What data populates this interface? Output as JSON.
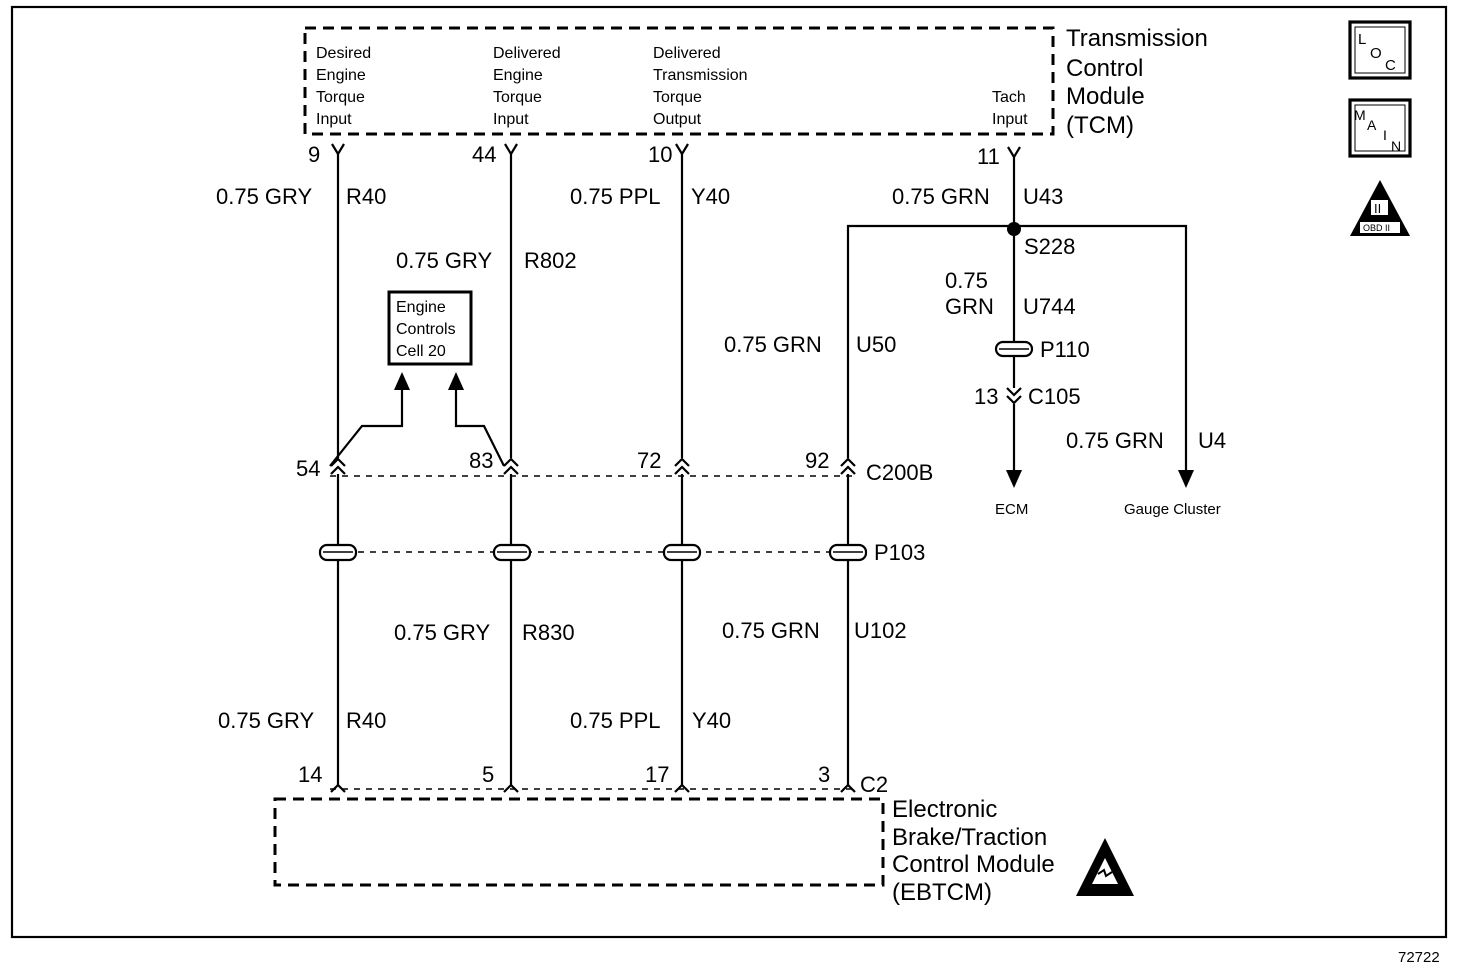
{
  "figure_number": "72722",
  "icons": {
    "loc": {
      "top": "L",
      "mid": "O",
      "bottom": "C"
    },
    "main": {
      "a": "M",
      "b": "A",
      "c": "I",
      "d": "N"
    },
    "obd": {
      "top": "II",
      "bottom": "OBD II"
    }
  },
  "tcm": {
    "title_lines": [
      "Transmission",
      "Control",
      "Module",
      "(TCM)"
    ],
    "inputs": [
      {
        "lines": [
          "Desired",
          "Engine",
          "Torque",
          "Input"
        ],
        "pin": "9"
      },
      {
        "lines": [
          "Delivered",
          "Engine",
          "Torque",
          "Input"
        ],
        "pin": "44"
      },
      {
        "lines": [
          "Delivered",
          "Transmission",
          "Torque",
          "Output"
        ],
        "pin": "10"
      },
      {
        "lines": [
          "Tach",
          "Input"
        ],
        "pin": "11"
      }
    ]
  },
  "ebtcm": {
    "title_lines": [
      "Electronic",
      "Brake/Traction",
      "Control Module",
      "(EBTCM)"
    ],
    "connector": "C2",
    "pins": [
      "14",
      "5",
      "17",
      "3"
    ]
  },
  "engine_box": {
    "lines": [
      "Engine",
      "Controls",
      "Cell 20"
    ]
  },
  "wires": {
    "w1_top": {
      "gauge": "0.75 GRY",
      "circuit": "R40"
    },
    "w2_top": {
      "gauge": "0.75 GRY",
      "circuit": "R802"
    },
    "w3_top": {
      "gauge": "0.75 PPL",
      "circuit": "Y40"
    },
    "w4_top": {
      "gauge": "0.75 GRN",
      "circuit": "U43"
    },
    "w4_mid_gauge": "0.75",
    "w4_mid_color": "GRN",
    "w4_mid_circuit": "U744",
    "w5": {
      "gauge": "0.75 GRN",
      "circuit": "U50"
    },
    "w6": {
      "gauge": "0.75 GRN",
      "circuit": "U4"
    },
    "w2_mid": {
      "gauge": "0.75 GRY",
      "circuit": "R830"
    },
    "w4_low": {
      "gauge": "0.75 GRN",
      "circuit": "U102"
    },
    "w1_bot": {
      "gauge": "0.75 GRY",
      "circuit": "R40"
    },
    "w3_bot": {
      "gauge": "0.75 PPL",
      "circuit": "Y40"
    }
  },
  "connectors": {
    "c200b": {
      "name": "C200B",
      "pins": [
        "54",
        "83",
        "72",
        "92"
      ]
    },
    "p103": "P103",
    "s228": "S228",
    "p110": "P110",
    "c105": {
      "name": "C105",
      "pin": "13"
    }
  },
  "destinations": {
    "ecm": "ECM",
    "gauge": "Gauge Cluster"
  }
}
